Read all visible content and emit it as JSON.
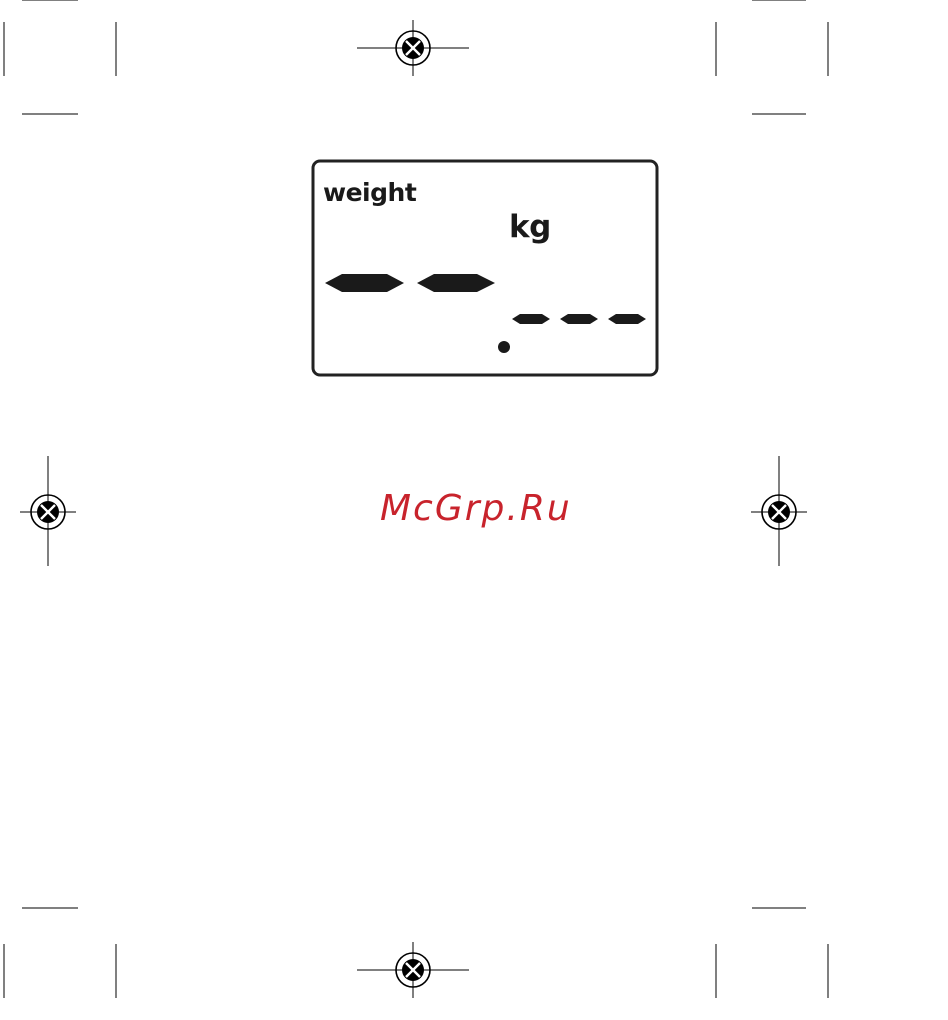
{
  "display": {
    "label": "weight",
    "unit": "kg"
  },
  "watermark": {
    "text": "McGrp.Ru",
    "color": "#c8232c"
  },
  "colors": {
    "ink": "#1a1a1a",
    "frame": "#222222"
  },
  "icons": {
    "registration_mark": "crosshair-target-icon",
    "decimal_point": "dot-icon",
    "dash_segment": "lcd-dash-icon"
  }
}
